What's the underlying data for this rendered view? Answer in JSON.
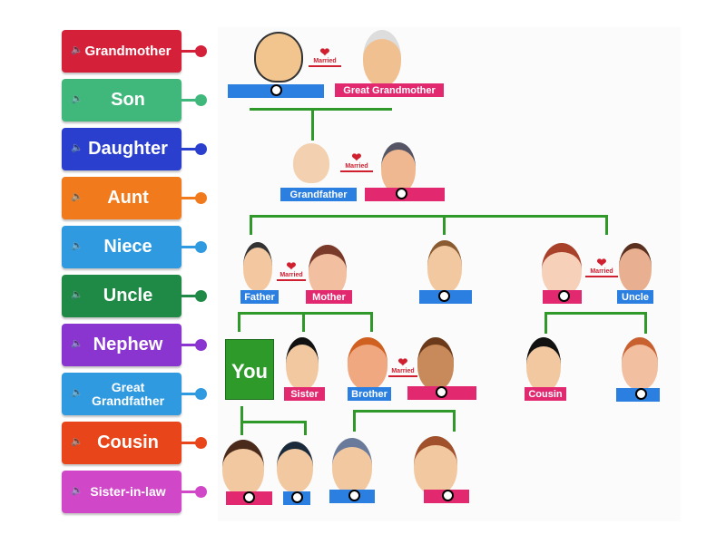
{
  "labels": [
    {
      "text": "Grandmother",
      "color": "#d5203a",
      "font": 15
    },
    {
      "text": "Son",
      "color": "#40b87c",
      "font": 20
    },
    {
      "text": "Daughter",
      "color": "#2b3fcf",
      "font": 20
    },
    {
      "text": "Aunt",
      "color": "#f07a1c",
      "font": 20
    },
    {
      "text": "Niece",
      "color": "#2f9ae0",
      "font": 20
    },
    {
      "text": "Uncle",
      "color": "#1f8a46",
      "font": 20
    },
    {
      "text": "Nephew",
      "color": "#8a35d0",
      "font": 20
    },
    {
      "text": "Great Grandfather",
      "color": "#2f9ae0",
      "font": 14
    },
    {
      "text": "Cousin",
      "color": "#e8461a",
      "font": 20
    },
    {
      "text": "Sister-in-law",
      "color": "#d048c8",
      "font": 14
    }
  ],
  "speaker_icon": "speaker-icon",
  "tree": {
    "married": "Married",
    "great_grandmother": "Great Grandmother",
    "grandfather": "Grandfather",
    "father": "Father",
    "mother": "Mother",
    "uncle": "Uncle",
    "you": "You",
    "sister": "Sister",
    "brother": "Brother",
    "cousin": "Cousin"
  },
  "colors": {
    "male_box": "#2a7fe0",
    "female_box": "#e2296f",
    "line": "#2f9a2a",
    "you": "#2e9a2a"
  }
}
